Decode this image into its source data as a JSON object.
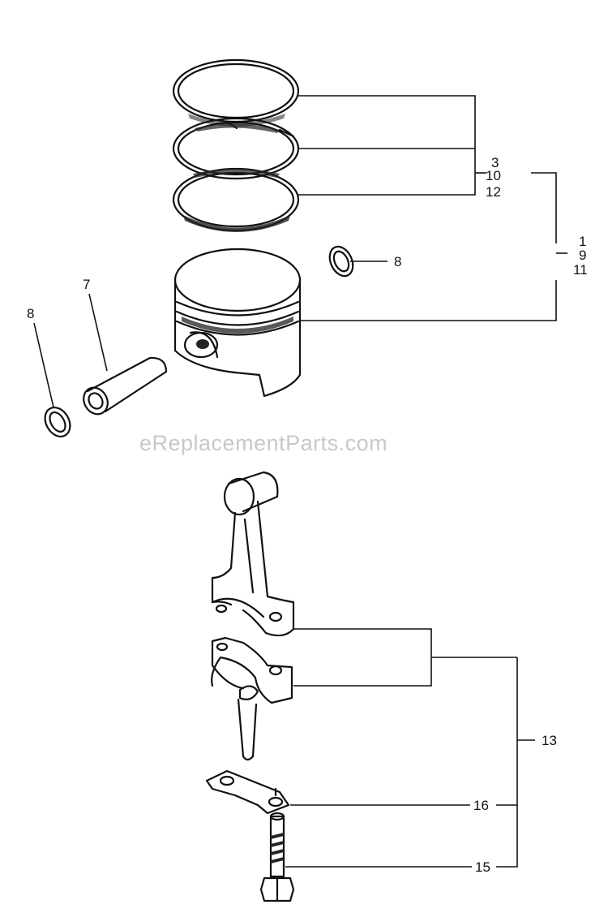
{
  "watermark": "eReplacementParts.com",
  "callouts": {
    "ring_group": [
      "3",
      "10",
      "12"
    ],
    "piston_assembly": [
      "1",
      "9",
      "11"
    ],
    "retainer_right": "8",
    "retainer_left": "8",
    "piston_pin": "7",
    "rod_assembly": "13",
    "lock_plate": "16",
    "cap_screw": "15"
  }
}
